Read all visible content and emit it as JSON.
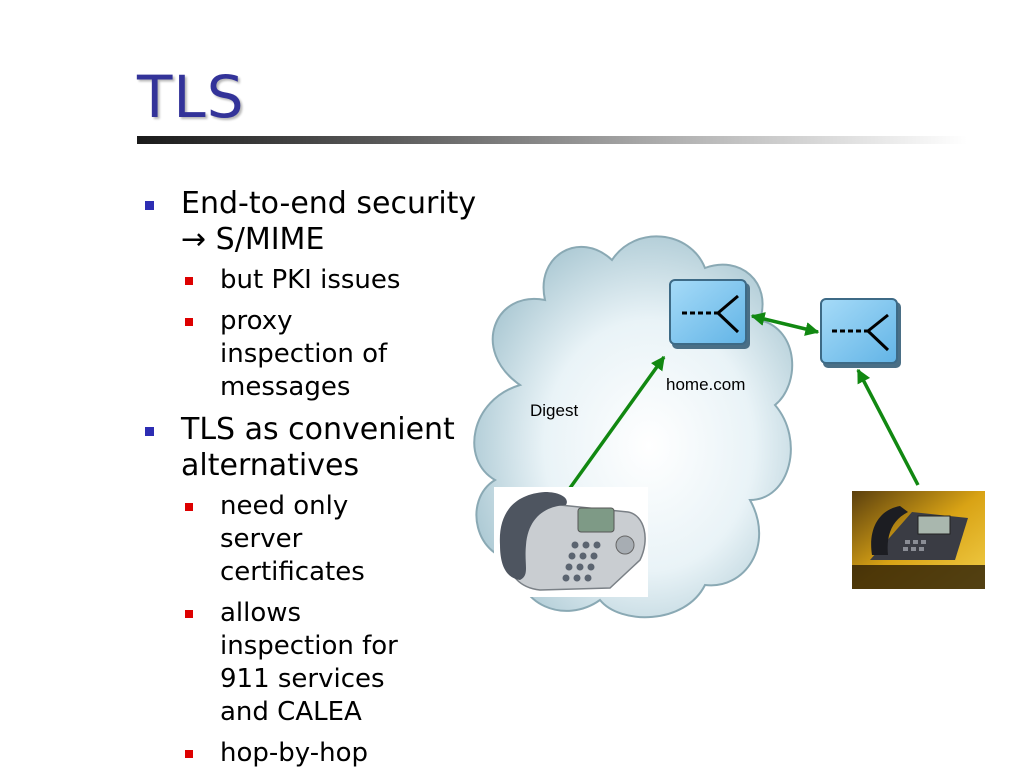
{
  "slide": {
    "title": "TLS",
    "bullets": [
      {
        "text": "End-to-end security",
        "text2": "→ S/MIME",
        "subs": [
          "but PKI issues",
          "proxy inspection of messages"
        ]
      },
      {
        "text": "TLS as convenient alternatives",
        "subs": [
          "need only server certificates",
          "allows inspection for 911 services and CALEA",
          "hop-by-hop"
        ]
      }
    ]
  },
  "diagram": {
    "digest_label": "Digest",
    "domain_label": "home.com",
    "colors": {
      "arrow": "#118811",
      "proxy_fill": "#7fc6ef",
      "title": "#333399"
    },
    "icons": [
      "proxy-server-icon",
      "proxy-server-icon",
      "desk-phone-icon",
      "ip-phone-icon"
    ]
  }
}
